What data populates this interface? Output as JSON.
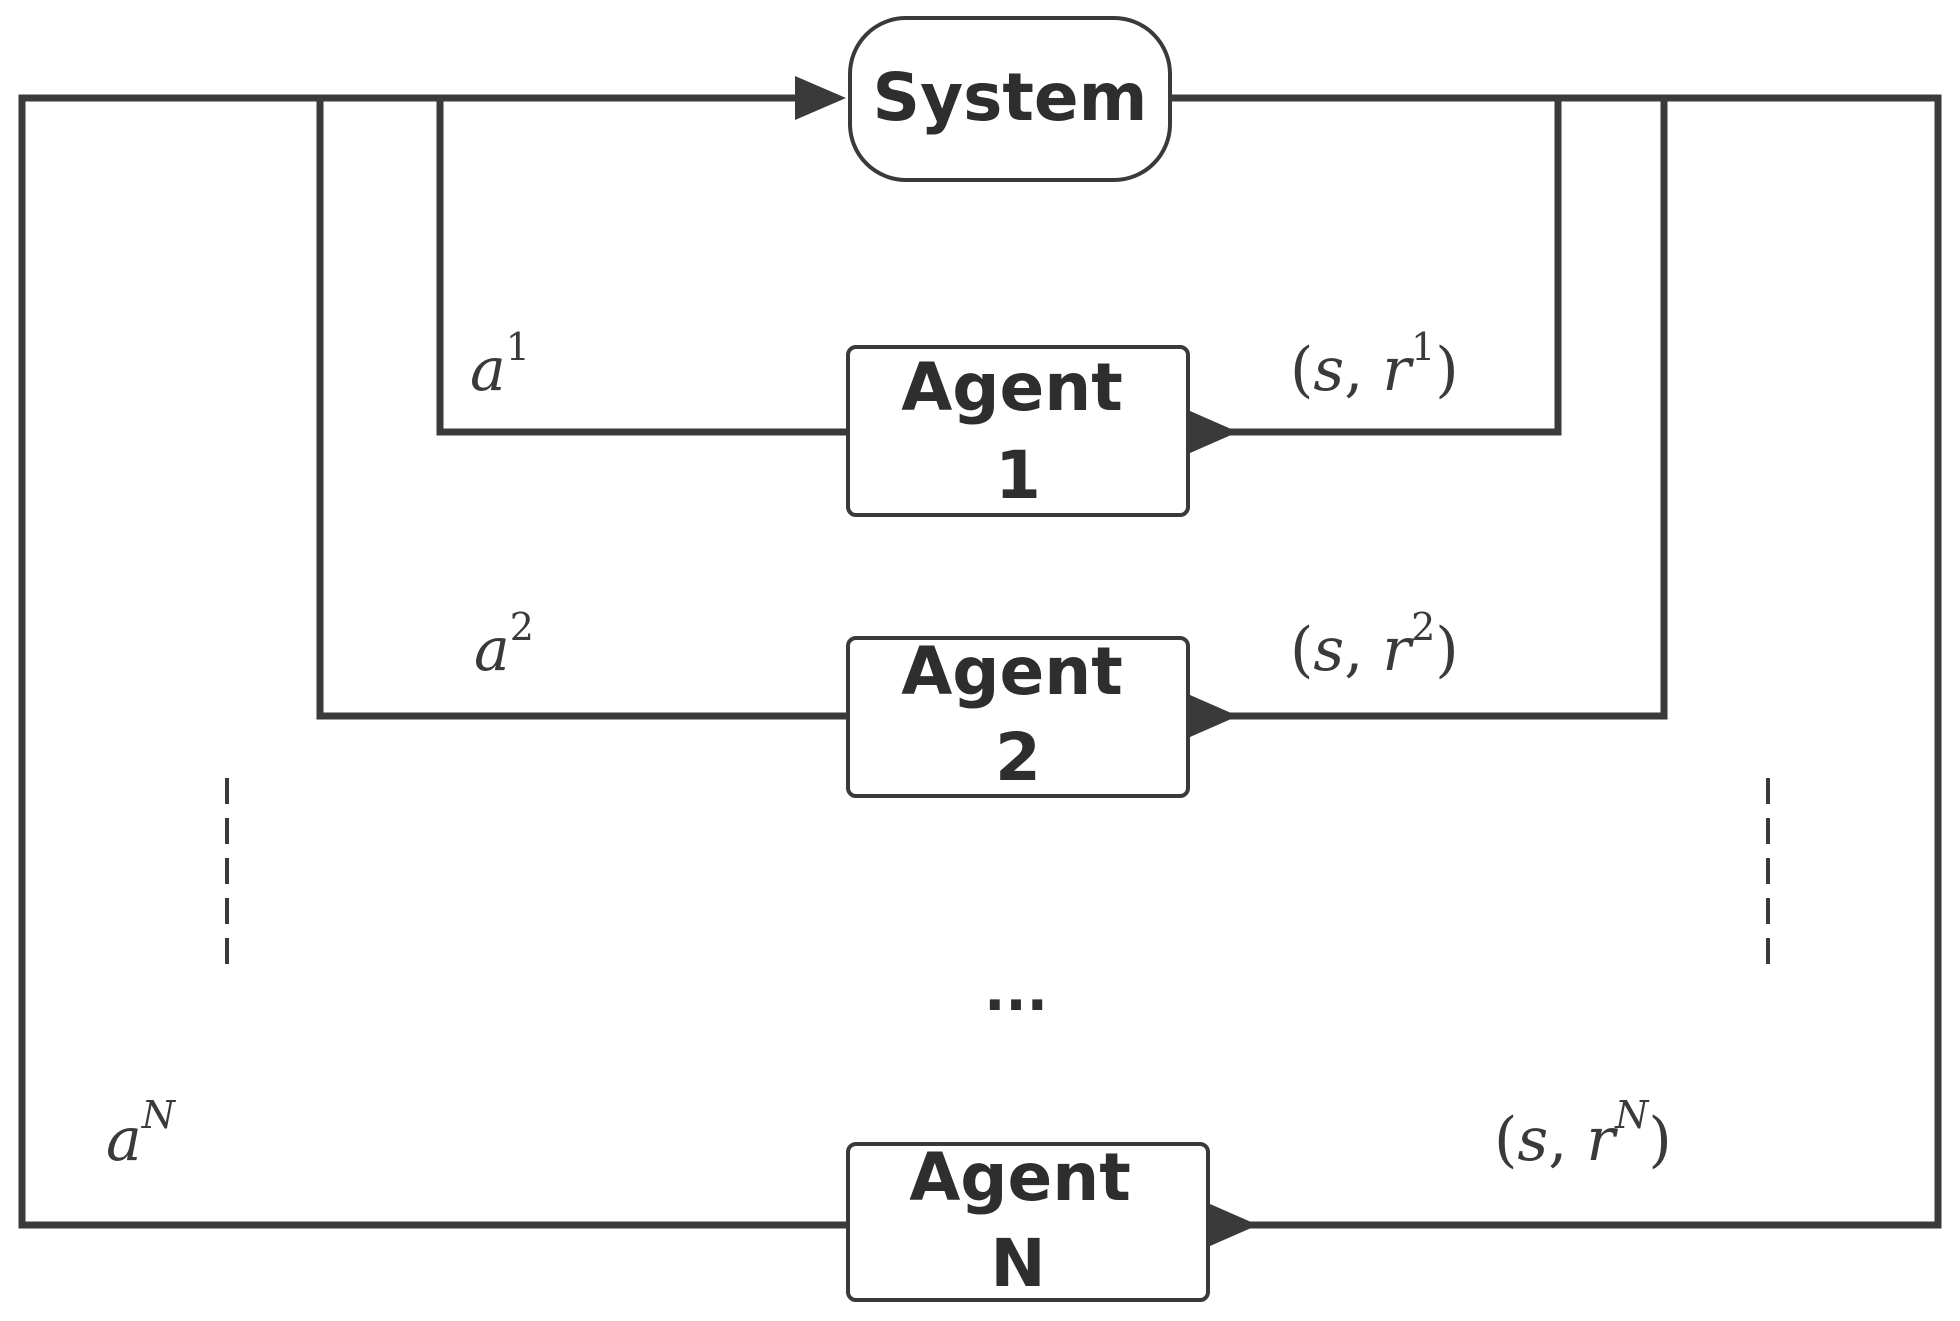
{
  "nodes": {
    "system": "System",
    "agent1": {
      "line1": "Agent",
      "line2": "1"
    },
    "agent2": {
      "line1": "Agent",
      "line2": "2"
    },
    "agentN": {
      "line1": "Agent",
      "line2": "N"
    }
  },
  "edges": {
    "a1": {
      "base": "a",
      "sup": "1"
    },
    "a2": {
      "base": "a",
      "sup": "2"
    },
    "aN": {
      "base": "a",
      "sup": "N"
    },
    "sr1": {
      "open": "(",
      "s": "s",
      "comma": ", ",
      "r": "r",
      "sup": "1",
      "close": ")"
    },
    "sr2": {
      "open": "(",
      "s": "s",
      "comma": ", ",
      "r": "r",
      "sup": "2",
      "close": ")"
    },
    "srN": {
      "open": "(",
      "s": "s",
      "comma": ", ",
      "r": "r",
      "sup": "N",
      "close": ")"
    }
  },
  "ellipsis": "..."
}
